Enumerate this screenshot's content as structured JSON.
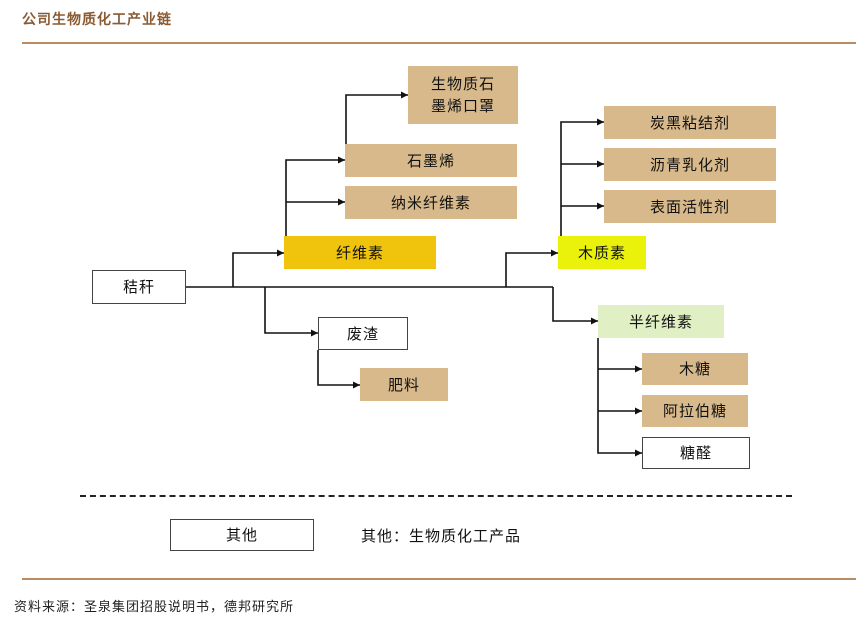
{
  "header": {
    "title": "公司生物质化工产业链"
  },
  "nodes": {
    "straw": "秸秆",
    "cellulose": "纤维素",
    "graphene_mask": "生物质石\n墨烯口罩",
    "graphene": "石墨烯",
    "nanocellulose": "纳米纤维素",
    "waste_residue": "废渣",
    "fertilizer": "肥料",
    "lignin": "木质素",
    "carbon_black_binder": "炭黑粘结剂",
    "asphalt_emulsifier": "沥青乳化剂",
    "surfactant": "表面活性剂",
    "hemicellulose": "半纤维素",
    "xylose": "木糖",
    "arabinose": "阿拉伯糖",
    "furfural": "糖醛"
  },
  "legend": {
    "box_label": "其他",
    "text": "其他：生物质化工产品"
  },
  "source": "资料来源：圣泉集团招股说明书，德邦研究所",
  "colors": {
    "product_fill": "#d8b98c",
    "cellulose_fill": "#f0c30d",
    "lignin_fill": "#eaf20c",
    "hemicellulose_fill": "#e1f0c4",
    "other_fill": "#ffffff",
    "accent_brown": "#8a5a32"
  }
}
